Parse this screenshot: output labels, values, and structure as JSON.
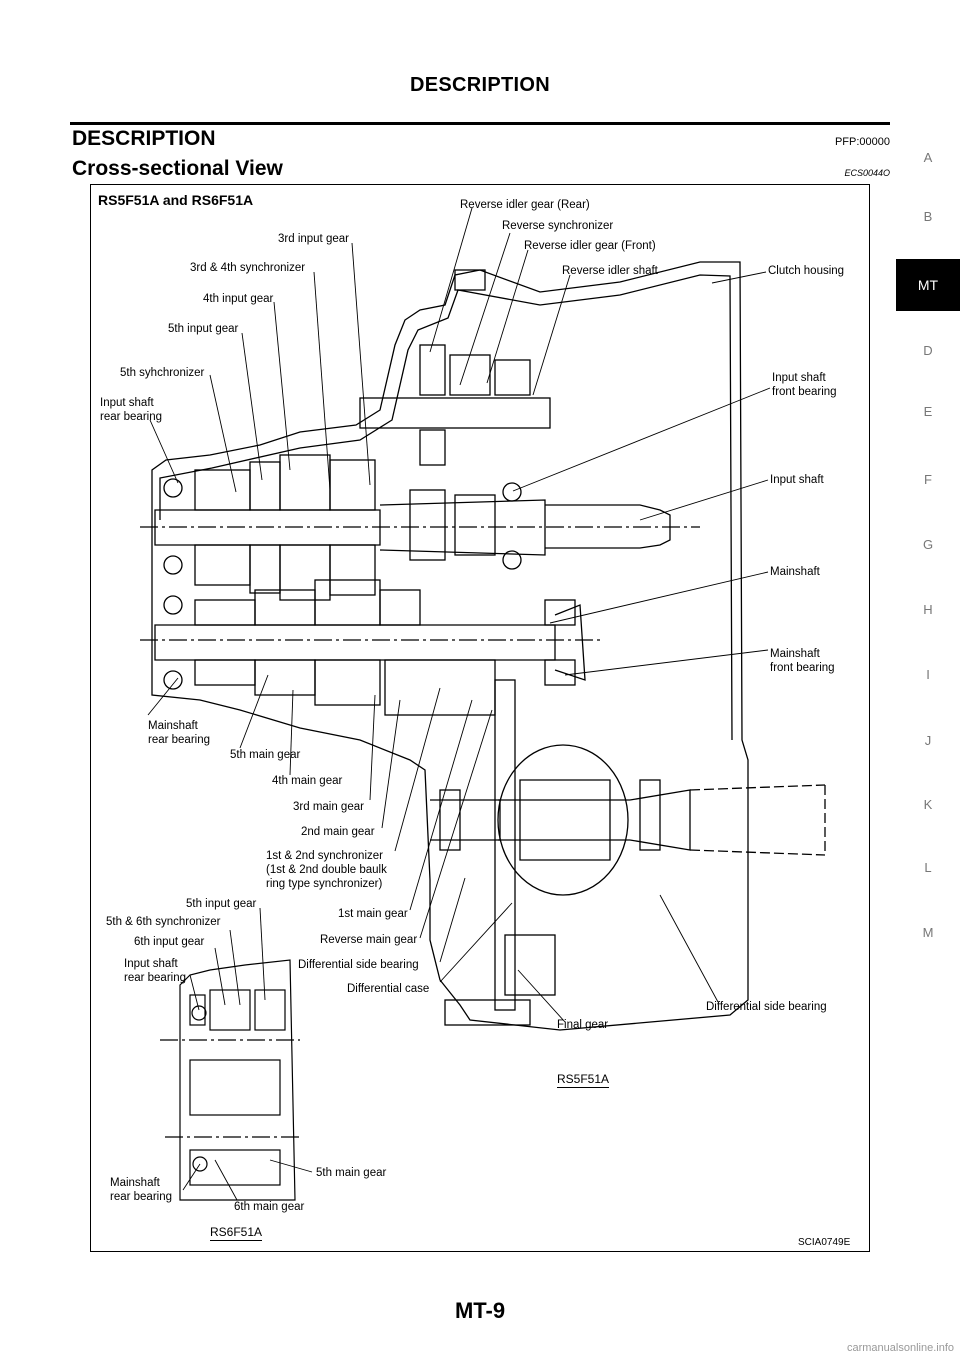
{
  "header": {
    "title": "DESCRIPTION"
  },
  "section": {
    "title": "DESCRIPTION",
    "code": "PFP:00000"
  },
  "subsection": {
    "title": "Cross-sectional View",
    "code": "ECS0044O"
  },
  "figure": {
    "title": "RS5F51A and RS6F51A",
    "code": "SCIA0749E",
    "variant_main": "RS5F51A",
    "variant_inset": "RS6F51A",
    "labels": {
      "reverse_idler_gear_rear": "Reverse idler gear (Rear)",
      "reverse_synchronizer": "Reverse synchronizer",
      "reverse_idler_gear_front": "Reverse idler gear (Front)",
      "reverse_idler_shaft": "Reverse idler shaft",
      "clutch_housing": "Clutch housing",
      "third_input_gear": "3rd input gear",
      "third_fourth_synchronizer": "3rd & 4th synchronizer",
      "fourth_input_gear": "4th input gear",
      "fifth_input_gear": "5th input gear",
      "fifth_synchronizer": "5th syhchronizer",
      "input_shaft_rear_bearing": "Input shaft\nrear bearing",
      "input_shaft_front_bearing": "Input shaft\nfront bearing",
      "input_shaft": "Input shaft",
      "mainshaft": "Mainshaft",
      "mainshaft_front_bearing": "Mainshaft\nfront bearing",
      "mainshaft_rear_bearing": "Mainshaft\nrear bearing",
      "fifth_main_gear": "5th main gear",
      "fourth_main_gear": "4th main gear",
      "third_main_gear": "3rd main gear",
      "second_main_gear": "2nd main gear",
      "first_second_synchronizer": "1st & 2nd synchronizer\n(1st & 2nd double baulk\nring type synchronizer)",
      "first_main_gear": "1st main gear",
      "reverse_main_gear": "Reverse main gear",
      "differential_side_bearing_left": "Differential side bearing",
      "differential_case": "Differential case",
      "final_gear": "Final gear",
      "differential_side_bearing_right": "Differential side bearing",
      "inset_fifth_input_gear": "5th input gear",
      "inset_fifth_sixth_synchronizer": "5th & 6th synchronizer",
      "inset_sixth_input_gear": "6th input gear",
      "inset_input_shaft_rear_bearing": "Input shaft\nrear bearing",
      "inset_mainshaft_rear_bearing": "Mainshaft\nrear bearing",
      "inset_fifth_main_gear": "5th main gear",
      "inset_sixth_main_gear": "6th main gear"
    }
  },
  "side_nav": [
    "A",
    "B",
    "MT",
    "D",
    "E",
    "F",
    "G",
    "H",
    "I",
    "J",
    "K",
    "L",
    "M"
  ],
  "side_nav_active": "MT",
  "footer": {
    "page_number": "MT-9",
    "watermark": "carmanualsonline.info"
  }
}
